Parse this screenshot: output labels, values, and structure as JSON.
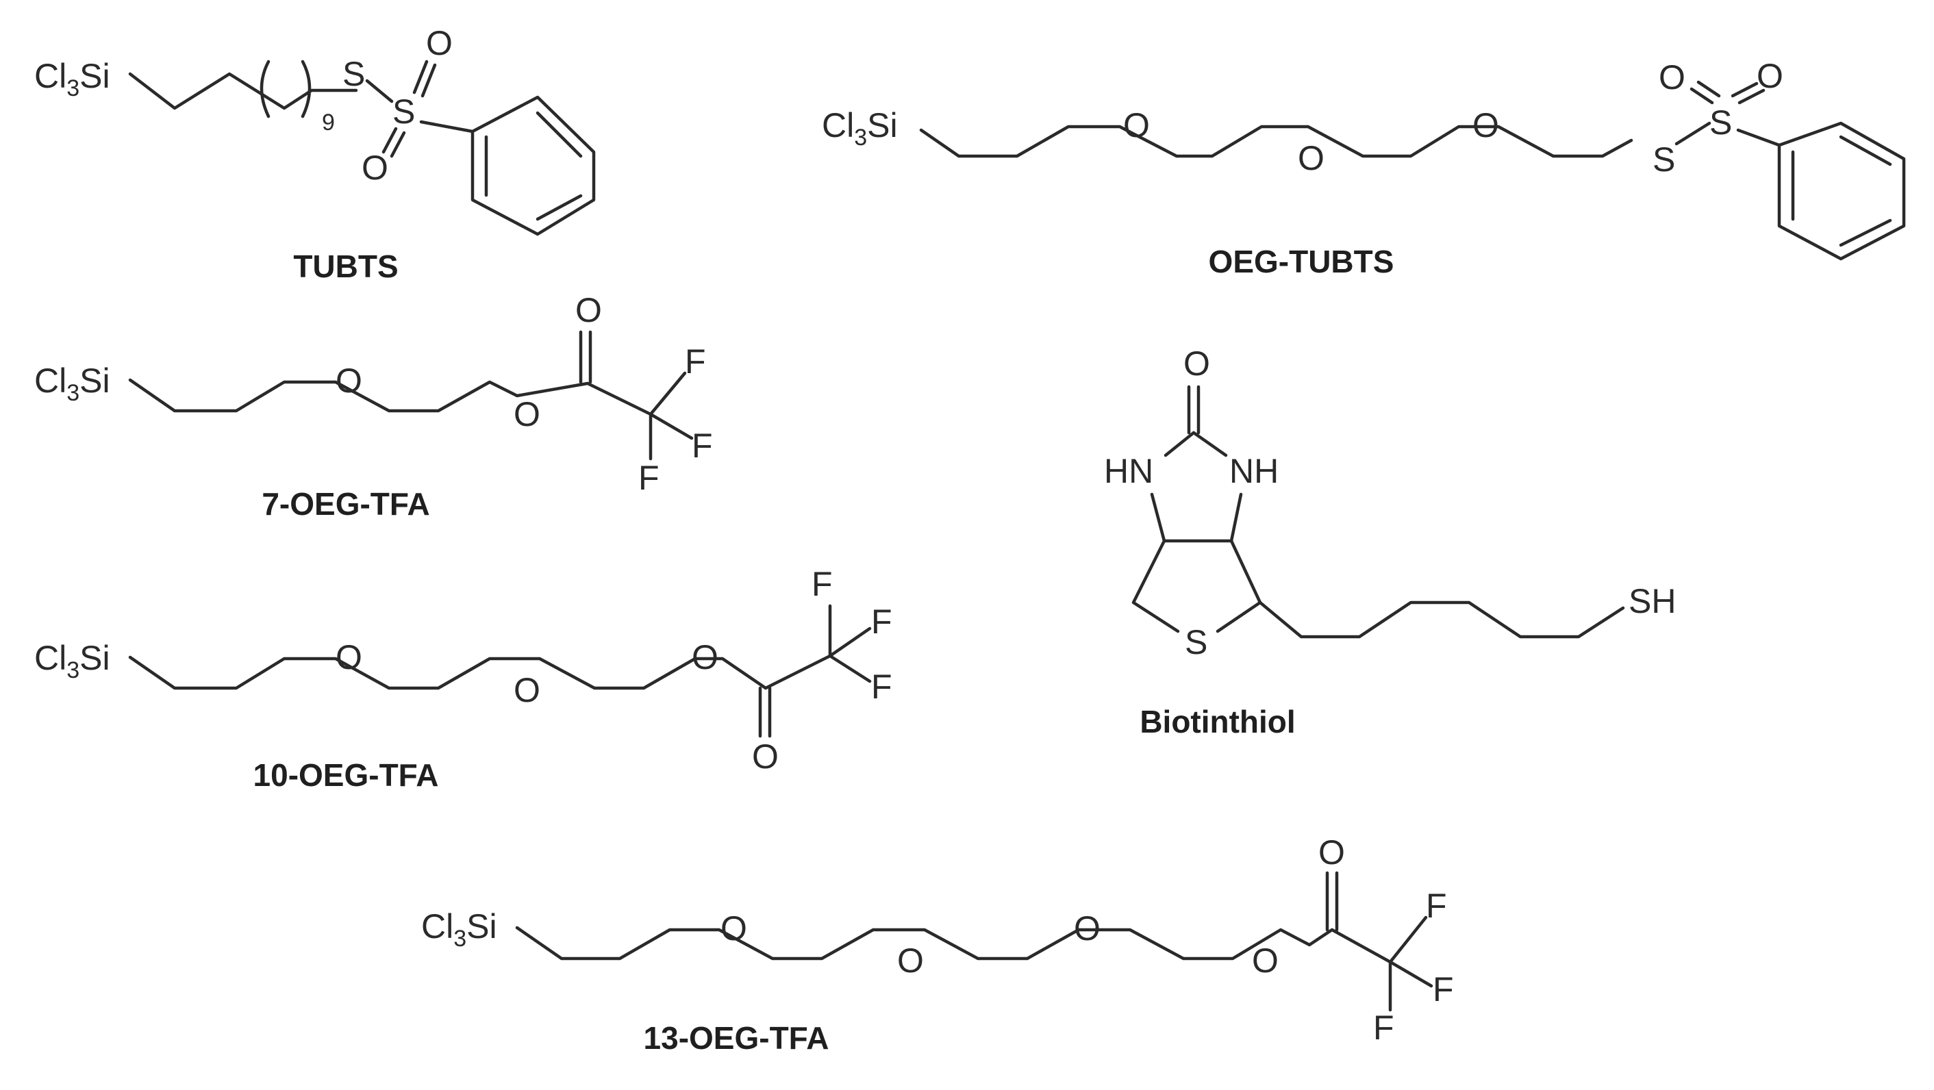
{
  "compounds": {
    "tubts": {
      "name": "TUBTS",
      "cl3si": {
        "main": "Cl",
        "sub": "3",
        "tail": "Si"
      },
      "repeat": "9",
      "atoms": {
        "s1": "S",
        "s2": "S",
        "o1": "O",
        "o2": "O"
      }
    },
    "oeg_tubts": {
      "name": "OEG-TUBTS",
      "cl3si": {
        "main": "Cl",
        "sub": "3",
        "tail": "Si"
      },
      "atoms": {
        "o1": "O",
        "o2": "O",
        "o3": "O",
        "s1": "S",
        "s2": "S",
        "o4": "O",
        "o5": "O"
      }
    },
    "oeg7": {
      "name": "7-OEG-TFA",
      "cl3si": {
        "main": "Cl",
        "sub": "3",
        "tail": "Si"
      },
      "atoms": {
        "o1": "O",
        "o2": "O",
        "o3": "O",
        "f1": "F",
        "f2": "F",
        "f3": "F"
      }
    },
    "oeg10": {
      "name": "10-OEG-TFA",
      "cl3si": {
        "main": "Cl",
        "sub": "3",
        "tail": "Si"
      },
      "atoms": {
        "o1": "O",
        "o2": "O",
        "o3": "O",
        "o4": "O",
        "f1": "F",
        "f2": "F",
        "f3": "F"
      }
    },
    "oeg13": {
      "name": "13-OEG-TFA",
      "cl3si": {
        "main": "Cl",
        "sub": "3",
        "tail": "Si"
      },
      "atoms": {
        "o1": "O",
        "o2": "O",
        "o3": "O",
        "o4": "O",
        "o5": "O",
        "f1": "F",
        "f2": "F",
        "f3": "F"
      }
    },
    "biotin": {
      "name": "Biotinthiol",
      "atoms": {
        "o": "O",
        "hn": "HN",
        "nh": "NH",
        "s": "S",
        "sh": "SH"
      }
    }
  }
}
